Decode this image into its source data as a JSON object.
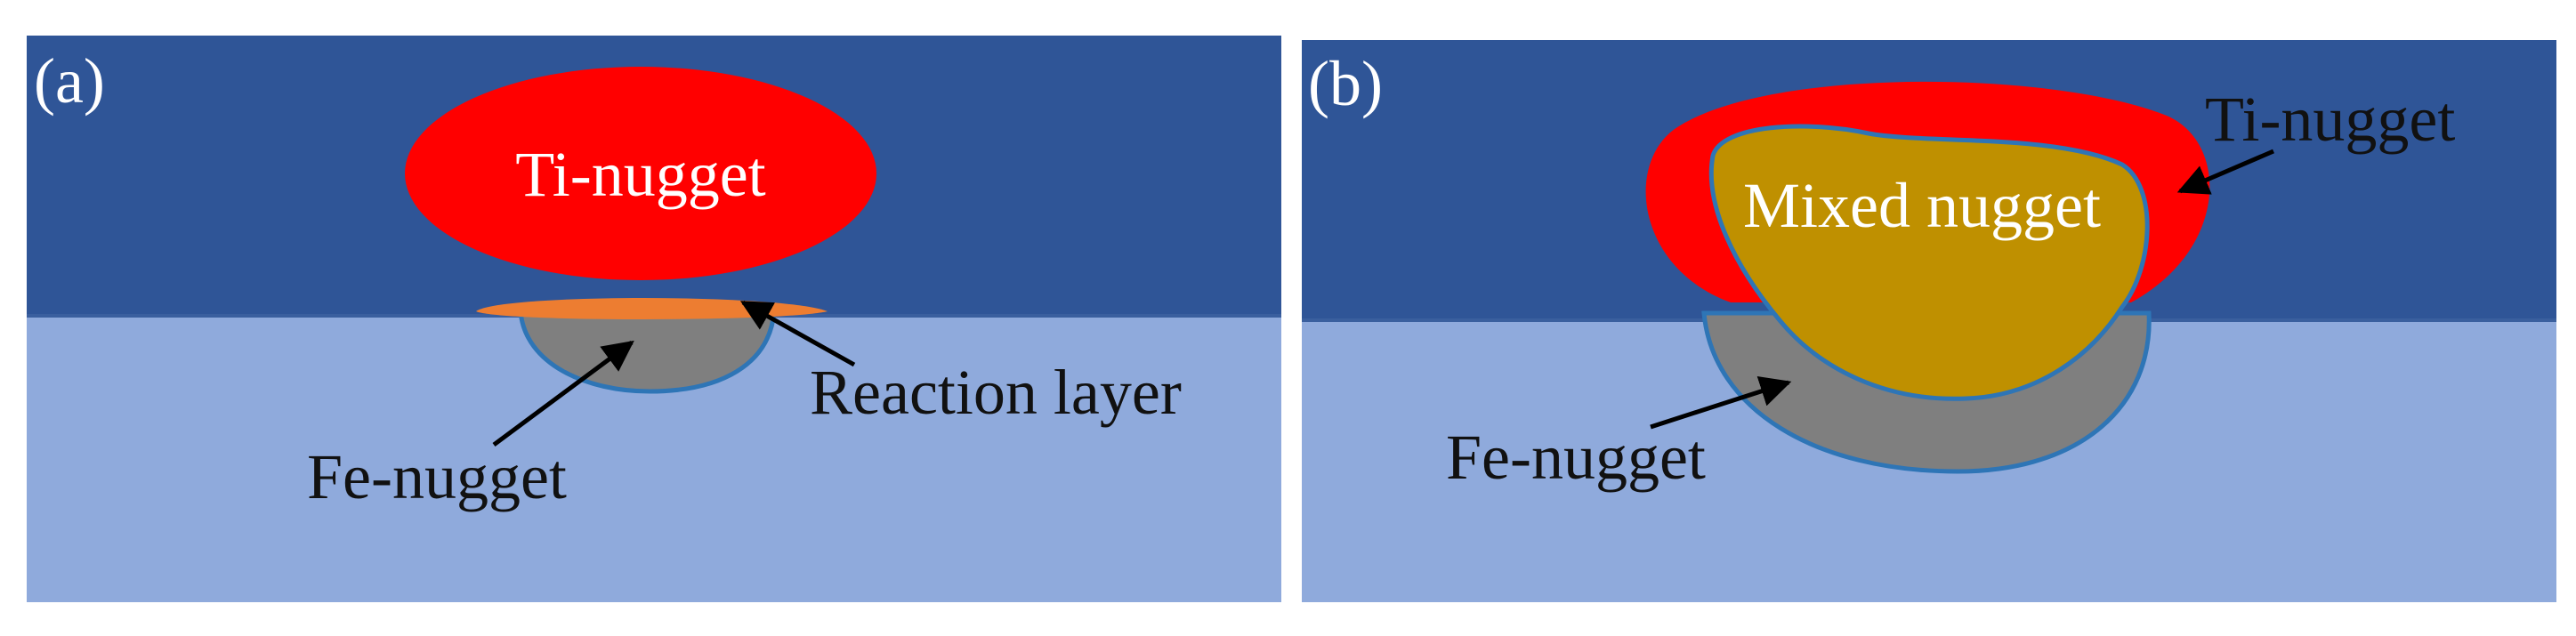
{
  "panels": [
    {
      "label": "(a)",
      "labels": {
        "ti_nugget": "Ti-nugget",
        "reaction_layer": "Reaction layer",
        "fe_nugget": "Fe-nugget"
      }
    },
    {
      "label": "(b)",
      "labels": {
        "mixed_nugget": "Mixed nugget",
        "ti_nugget": "Ti-nugget",
        "fe_nugget": "Fe-nugget"
      }
    }
  ],
  "colors": {
    "upper_sheet": "#2f5597",
    "lower_sheet": "#8faadc",
    "ti_nugget": "#ff0000",
    "fe_nugget": "#7f7f7f",
    "reaction_layer": "#ed7d31",
    "mixed_nugget": "#bf9000",
    "nugget_outline": "#2e75b6",
    "arrow": "#000000"
  }
}
